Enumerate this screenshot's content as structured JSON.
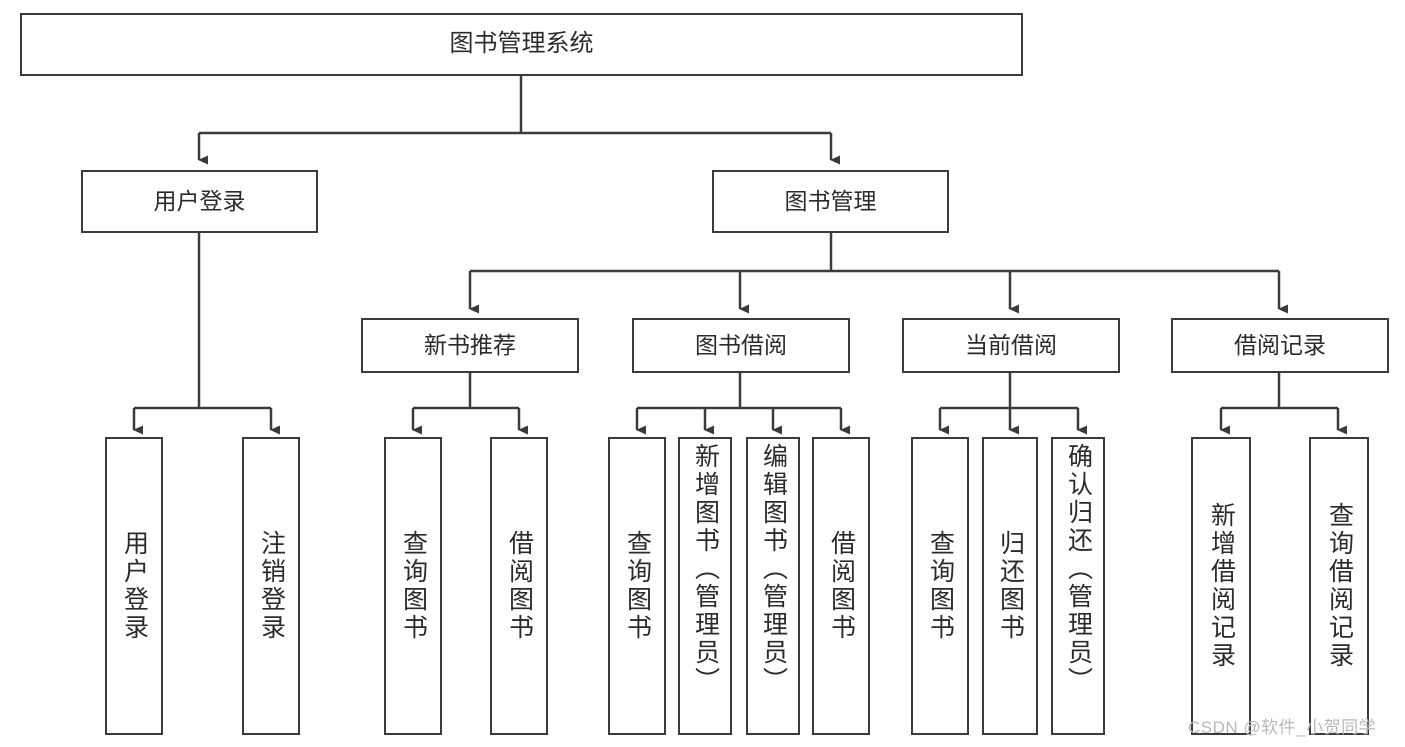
{
  "diagram": {
    "type": "hierarchy-tree",
    "title": "图书管理系统",
    "watermark": "CSDN @软件_小贺同学",
    "colors": {
      "border": "#3b3b3b",
      "text": "#2b2b2b",
      "background": "#ffffff",
      "watermark": "#b9b9b9"
    },
    "nodes": {
      "root": {
        "label": "图书管理系统"
      },
      "level1": [
        {
          "label": "用户登录"
        },
        {
          "label": "图书管理"
        }
      ],
      "level2": [
        {
          "label": "新书推荐"
        },
        {
          "label": "图书借阅"
        },
        {
          "label": "当前借阅"
        },
        {
          "label": "借阅记录"
        }
      ],
      "leaves_user_login": [
        {
          "label": "用户登录"
        },
        {
          "label": "注销登录"
        }
      ],
      "leaves_new_books": [
        {
          "label": "查询图书"
        },
        {
          "label": "借阅图书"
        }
      ],
      "leaves_borrow": [
        {
          "label": "查询图书"
        },
        {
          "label": "新增图书（管理员）"
        },
        {
          "label": "编辑图书（管理员）"
        },
        {
          "label": "借阅图书"
        }
      ],
      "leaves_current": [
        {
          "label": "查询图书"
        },
        {
          "label": "归还图书"
        },
        {
          "label": "确认归还（管理员）"
        }
      ],
      "leaves_records": [
        {
          "label": "新增借阅记录"
        },
        {
          "label": "查询借阅记录"
        }
      ]
    }
  }
}
